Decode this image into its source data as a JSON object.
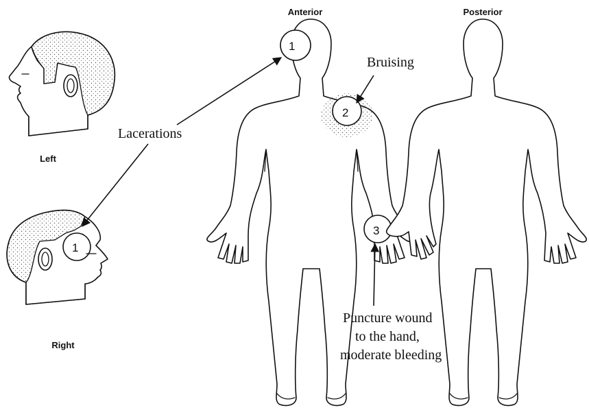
{
  "views": {
    "anterior": "Anterior",
    "posterior": "Posterior",
    "left": "Left",
    "right": "Right"
  },
  "annotations": {
    "lacerations": "Lacerations",
    "bruising": "Bruising",
    "puncture_line1": "Puncture wound",
    "puncture_line2": "to the hand,",
    "puncture_line3": "moderate bleeding"
  },
  "markers": {
    "m1": "1",
    "m2": "2",
    "m3": "3",
    "m1_head": "1"
  },
  "icons": {
    "arrow": "arrow-icon"
  }
}
